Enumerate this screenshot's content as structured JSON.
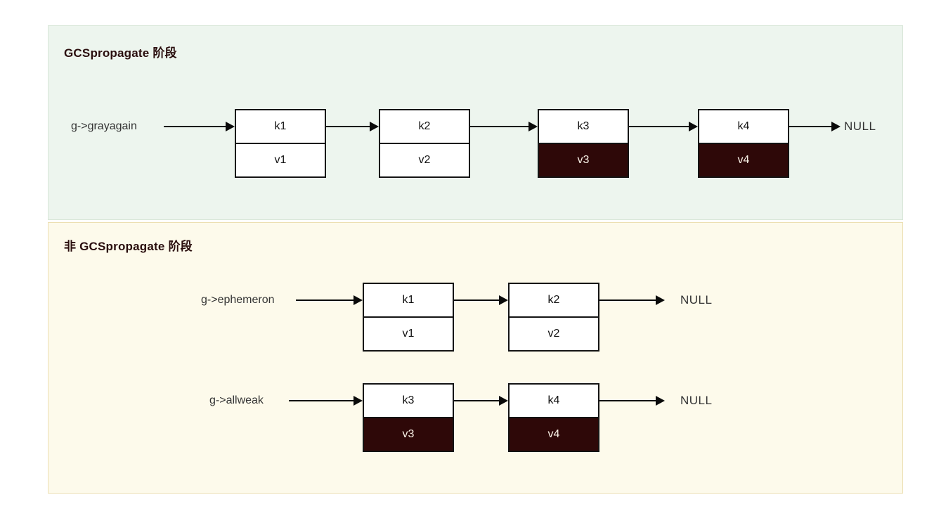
{
  "colors": {
    "page_bg": "#ffffff",
    "section1_bg": "#edf5ee",
    "section1_border": "#d8e6d8",
    "section2_bg": "#fdfaeb",
    "section2_border": "#ecdfb2",
    "node_border": "#141414",
    "dark_cell_bg": "#2e0808",
    "dark_cell_text": "#faf3e8",
    "title_color": "#2a0e0e",
    "text_color": "#333333",
    "arrow_color": "#0a0a0a"
  },
  "sections": [
    {
      "title": "GCSpropagate 阶段",
      "chains": [
        {
          "pointer": "g->grayagain",
          "terminal": "NULL",
          "nodes": [
            {
              "key": "k1",
              "value": "v1",
              "dark": false
            },
            {
              "key": "k2",
              "value": "v2",
              "dark": false
            },
            {
              "key": "k3",
              "value": "v3",
              "dark": true
            },
            {
              "key": "k4",
              "value": "v4",
              "dark": true
            }
          ]
        }
      ]
    },
    {
      "title": "非 GCSpropagate 阶段",
      "chains": [
        {
          "pointer": "g->ephemeron",
          "terminal": "NULL",
          "nodes": [
            {
              "key": "k1",
              "value": "v1",
              "dark": false
            },
            {
              "key": "k2",
              "value": "v2",
              "dark": false
            }
          ]
        },
        {
          "pointer": "g->allweak",
          "terminal": "NULL",
          "nodes": [
            {
              "key": "k3",
              "value": "v3",
              "dark": true
            },
            {
              "key": "k4",
              "value": "v4",
              "dark": true
            }
          ]
        }
      ]
    }
  ]
}
